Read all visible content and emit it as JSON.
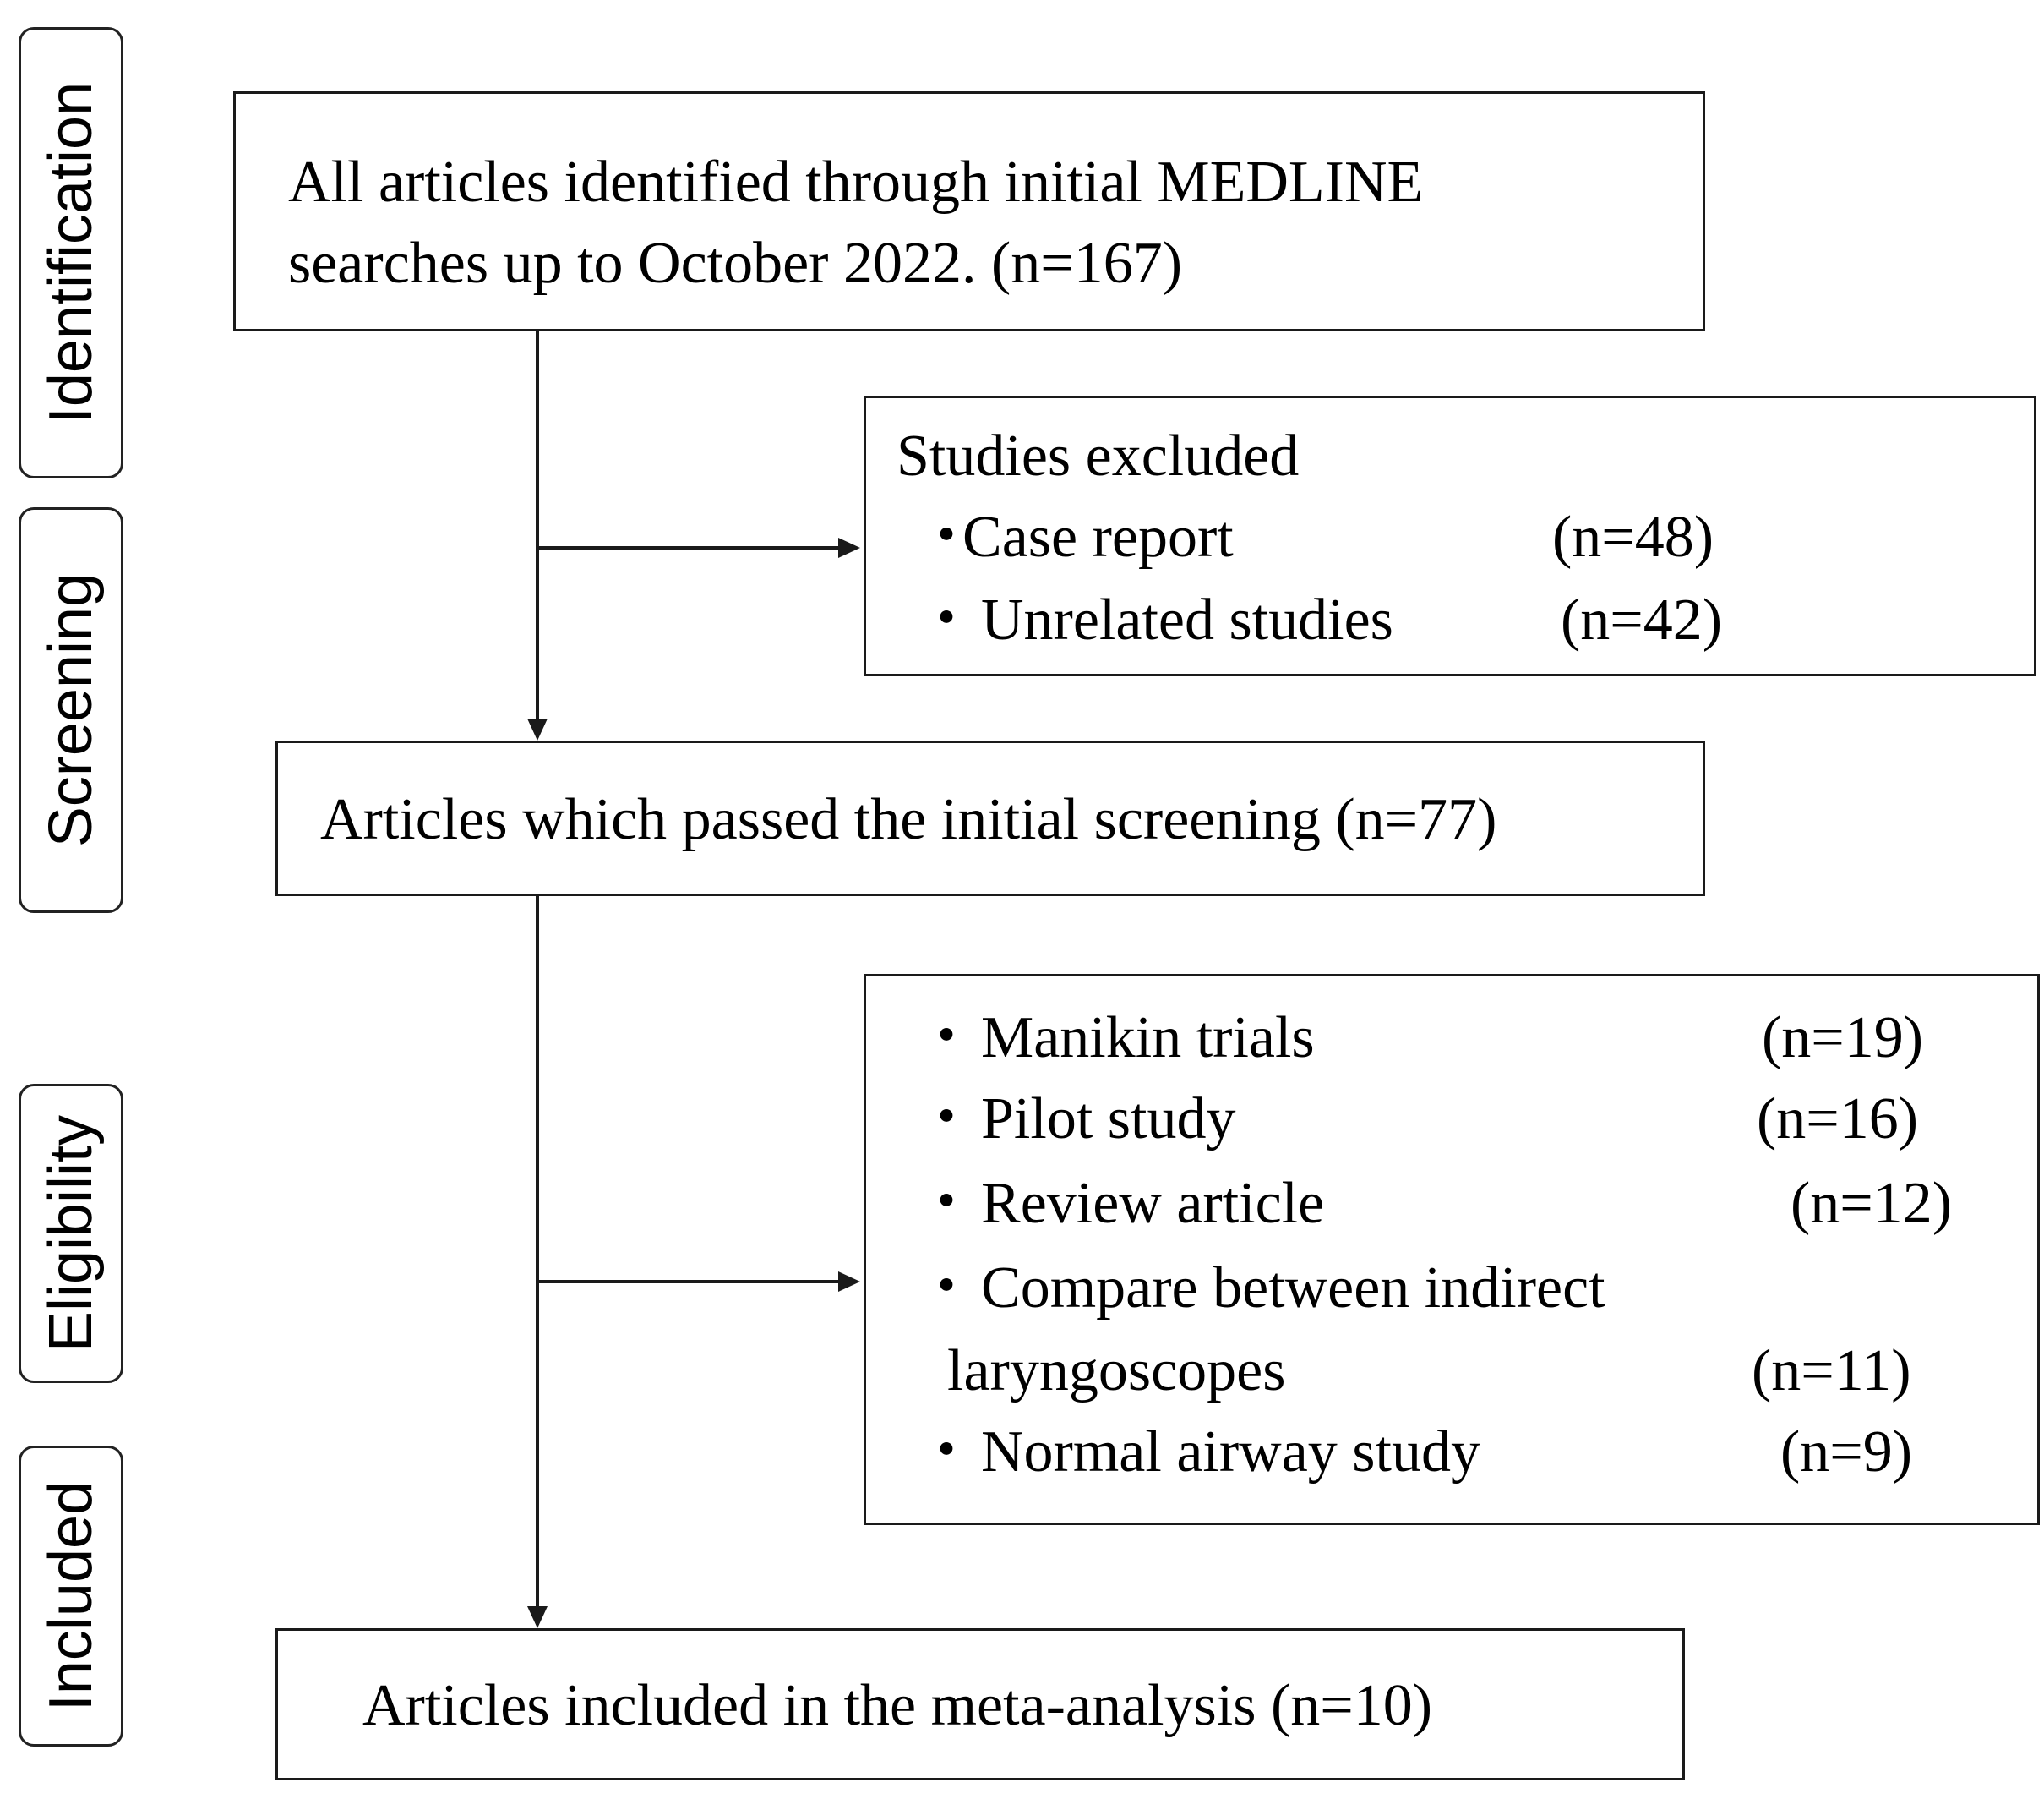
{
  "stages": {
    "identification": "Identification",
    "screening": "Screening",
    "eligibility": "Eligibility",
    "included": "Included"
  },
  "identified": {
    "line1": "All articles identified through initial MEDLINE",
    "line2": "searches up to October  2022. (n=167)"
  },
  "excluded_screening": {
    "title": "Studies excluded",
    "items": [
      {
        "bullet": "・",
        "label": "Case report",
        "count": "(n=48)"
      },
      {
        "bullet": "・",
        "label": "Unrelated studies",
        "count": "(n=42)"
      }
    ]
  },
  "screened": {
    "text": "Articles which passed the initial screening (n=77)"
  },
  "excluded_eligibility": {
    "items": [
      {
        "bullet": "・",
        "label": "Manikin trials",
        "count": "(n=19)"
      },
      {
        "bullet": "・",
        "label": "Pilot study",
        "count": "(n=16)"
      },
      {
        "bullet": "・",
        "label": "Review article",
        "count": "(n=12)"
      },
      {
        "bullet": "・",
        "label": "Compare between indirect",
        "label_line2": "laryngoscopes",
        "count": "(n=11)"
      },
      {
        "bullet": "・",
        "label": "Normal airway study",
        "count": "(n=9)"
      }
    ]
  },
  "included": {
    "text": "Articles included in the meta-analysis (n=10)"
  }
}
